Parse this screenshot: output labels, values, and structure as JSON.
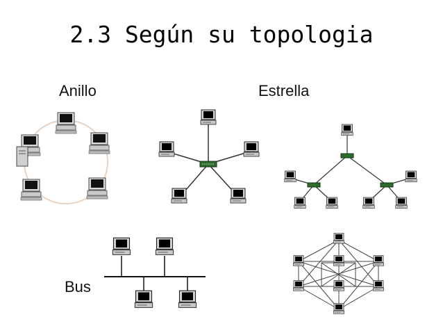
{
  "slide": {
    "title": "2.3 Según su topologia",
    "labels": {
      "ring": "Anillo",
      "star": "Estrella",
      "bus": "Bus"
    }
  },
  "colors": {
    "ring_line": "#e8d3c2",
    "link_line": "#333333",
    "hub": "#2f6b2f",
    "screen": "#000000",
    "case": "#cfcfcf"
  }
}
